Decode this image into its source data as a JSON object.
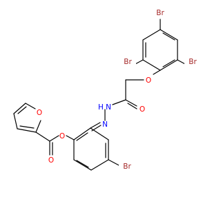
{
  "molecule": {
    "atoms": {
      "br_top": "Br",
      "br_upper_left": "Br",
      "br_upper_right": "Br",
      "br_lower_right": "Br",
      "o_ether": "O",
      "o_amide": "O",
      "n_hydrazide": "N",
      "h_hydrazide": "H",
      "n_imine": "N",
      "o_ester": "O",
      "o_carbonyl": "O",
      "o_furan": "O"
    },
    "colors": {
      "bond": "#000000",
      "bromine": "#a52a2a",
      "oxygen": "#ff0000",
      "nitrogen": "#0000ff"
    }
  }
}
